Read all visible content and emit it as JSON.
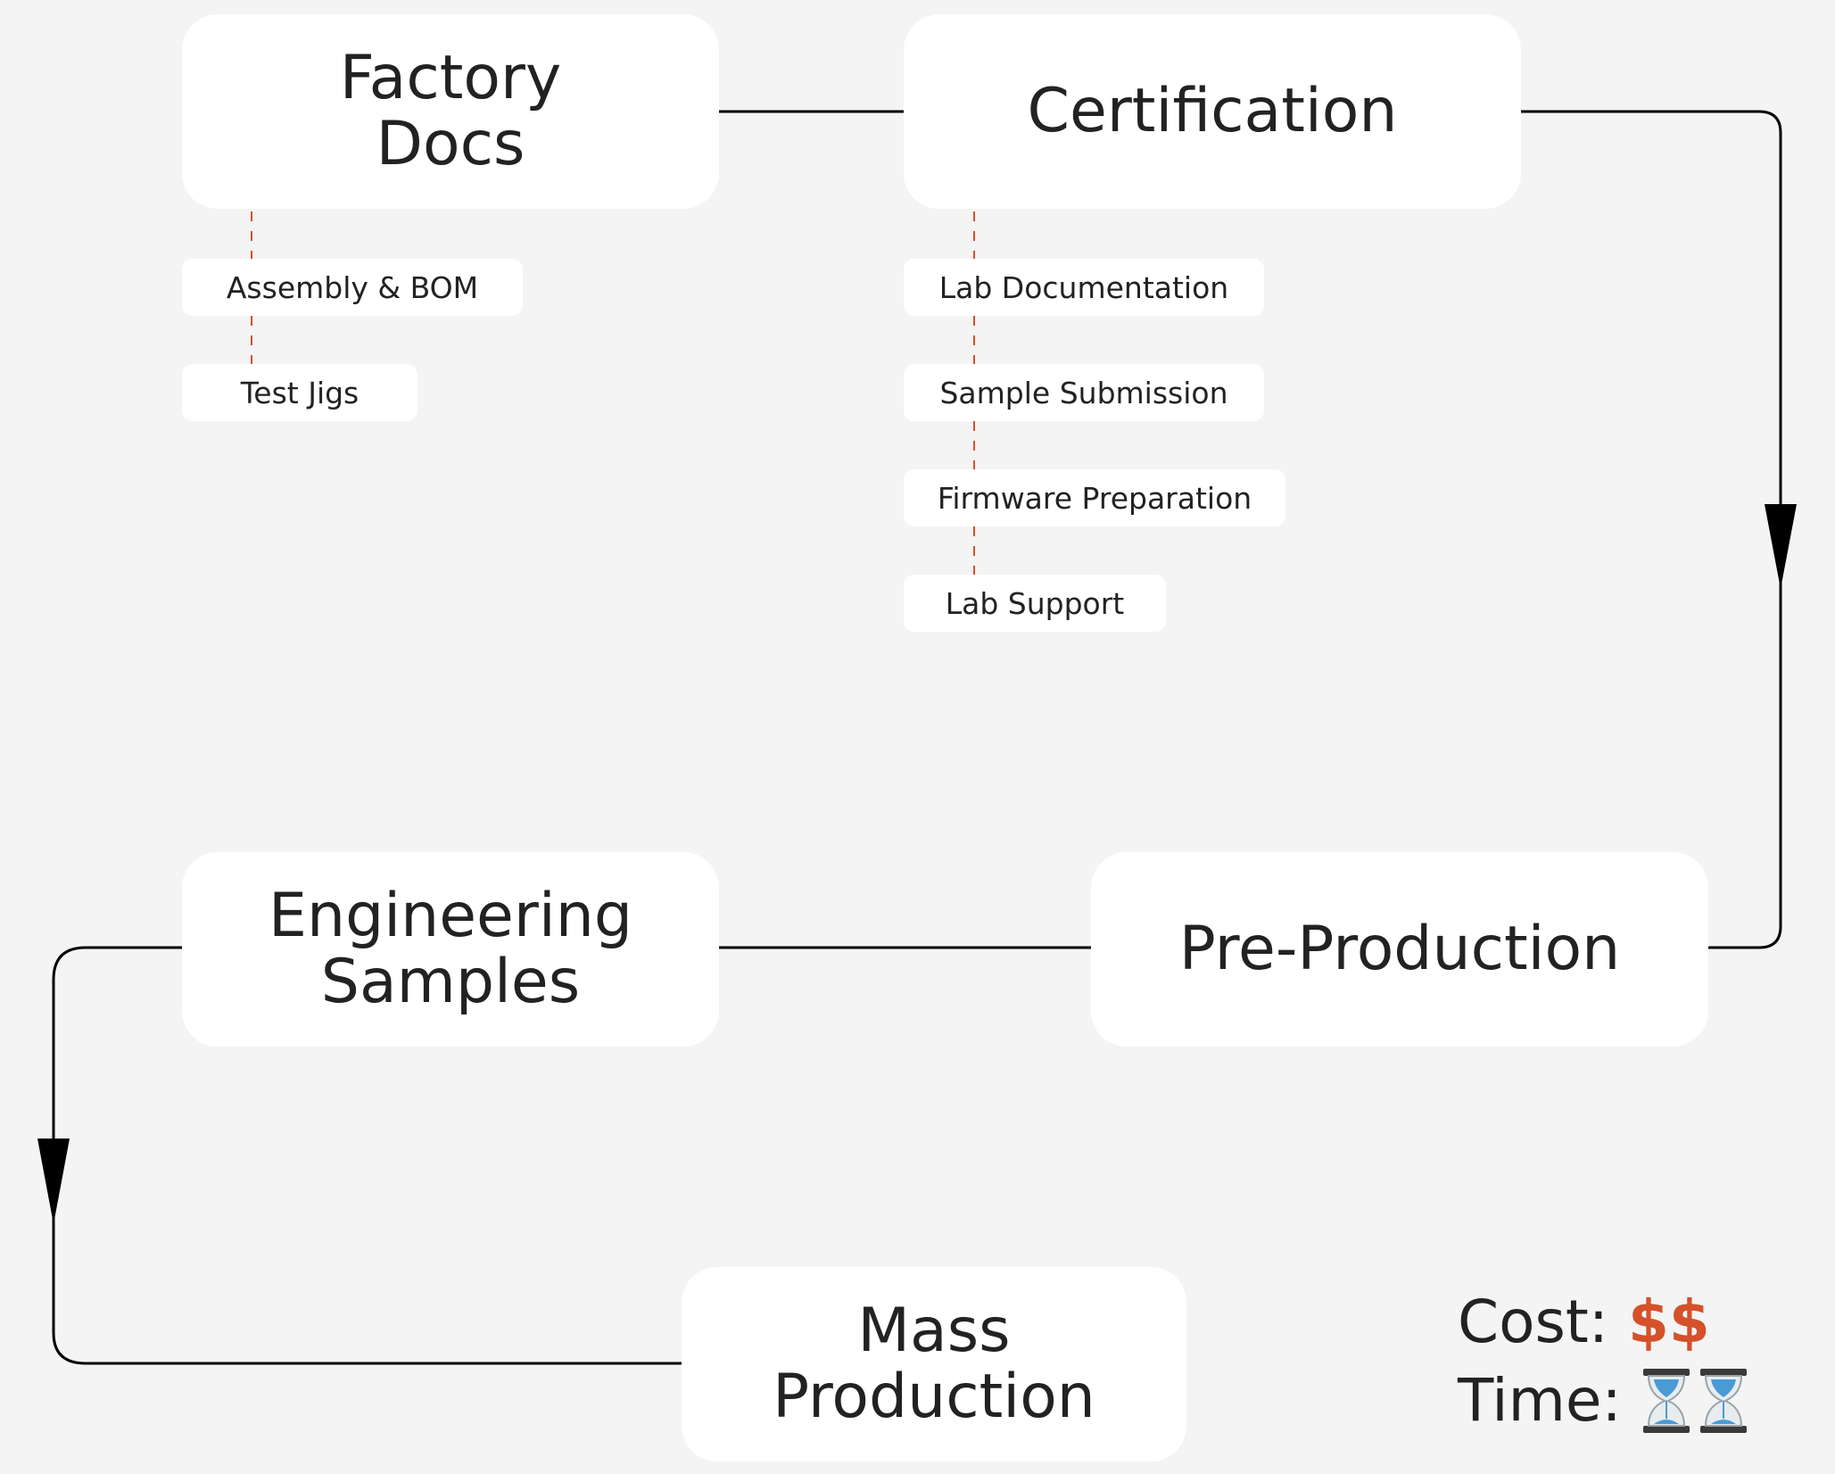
{
  "colors": {
    "background": "#f3f4f3",
    "node": "#ffffff",
    "text": "#222222",
    "connector": "#000000",
    "dashed_link": "#d4512a",
    "cost_accent": "#d4512a"
  },
  "stages": {
    "factory_docs": "Factory\nDocs",
    "certification": "Certification",
    "pre_production": "Pre-Production",
    "engineering_samples": "Engineering\nSamples",
    "mass_production": "Mass\nProduction"
  },
  "factory_docs_tasks": [
    "Assembly & BOM",
    "Test Jigs"
  ],
  "certification_tasks": [
    "Lab Documentation",
    "Sample Submission",
    "Firmware Preparation",
    "Lab Support"
  ],
  "legend": {
    "cost_label": "Cost:",
    "cost_value": "$$",
    "time_label": "Time:",
    "time_icon": "hourglass-icon",
    "time_count": 2
  }
}
